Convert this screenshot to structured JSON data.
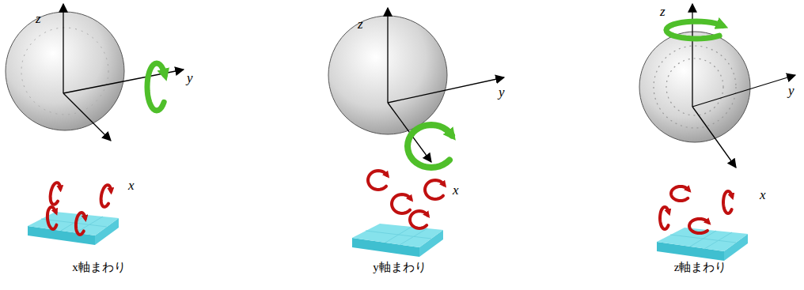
{
  "diagram": {
    "labels": [
      "z",
      "y",
      "x",
      "x軸まわり",
      "z",
      "y",
      "x",
      "y軸まわり",
      "z",
      "y",
      "x",
      "z軸まわり"
    ]
  }
}
